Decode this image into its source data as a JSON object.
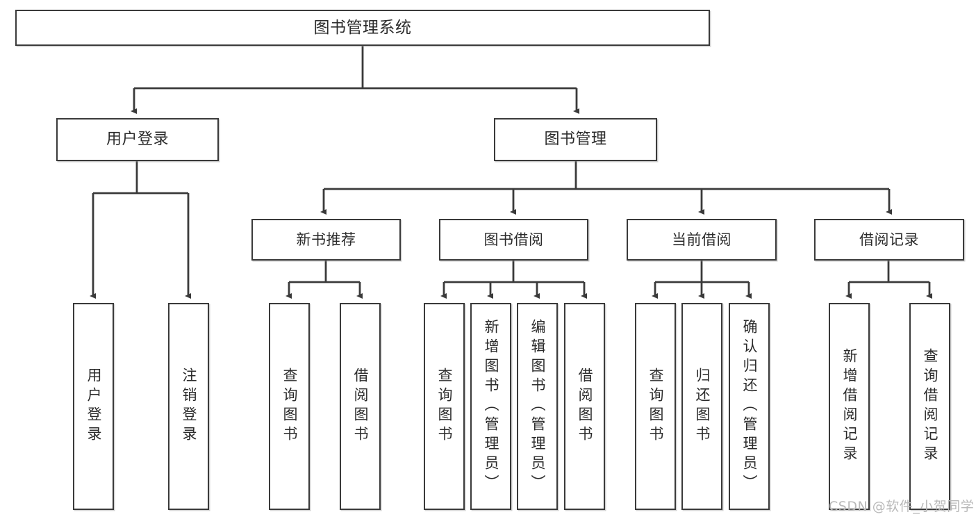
{
  "diagram": {
    "title": "图书管理系统",
    "watermark": "CSDN @软件_小贺同学",
    "stroke_color": "#3a3a3a",
    "background_color": "#ffffff",
    "text_color": "#2b2b2b",
    "watermark_color": "#b9b9b9",
    "nodes": {
      "root": {
        "label": "图书管理系统"
      },
      "level2": [
        {
          "id": "user-login",
          "label": "用户登录"
        },
        {
          "id": "book-management",
          "label": "图书管理"
        }
      ],
      "level3": [
        {
          "id": "new-book-recommend",
          "label": "新书推荐"
        },
        {
          "id": "book-borrow",
          "label": "图书借阅"
        },
        {
          "id": "current-borrow",
          "label": "当前借阅"
        },
        {
          "id": "borrow-record",
          "label": "借阅记录"
        }
      ],
      "leaves": {
        "user-login": [
          {
            "id": "leaf-user-login",
            "label": "用户登录"
          },
          {
            "id": "leaf-logout-login",
            "label": "注销登录"
          }
        ],
        "new-book-recommend": [
          {
            "id": "leaf-query-book-1",
            "label": "查询图书"
          },
          {
            "id": "leaf-borrow-book-1",
            "label": "借阅图书"
          }
        ],
        "book-borrow": [
          {
            "id": "leaf-query-book-2",
            "label": "查询图书"
          },
          {
            "id": "leaf-add-book",
            "label": "新增图书（管理员）"
          },
          {
            "id": "leaf-edit-book",
            "label": "编辑图书（管理员）"
          },
          {
            "id": "leaf-borrow-book-2",
            "label": "借阅图书"
          }
        ],
        "current-borrow": [
          {
            "id": "leaf-query-book-3",
            "label": "查询图书"
          },
          {
            "id": "leaf-return-book",
            "label": "归还图书"
          },
          {
            "id": "leaf-confirm-return",
            "label": "确认归还（管理员）"
          }
        ],
        "borrow-record": [
          {
            "id": "leaf-add-borrow-record",
            "label": "新增借阅记录"
          },
          {
            "id": "leaf-query-borrow-record",
            "label": "查询借阅记录"
          }
        ]
      }
    }
  }
}
